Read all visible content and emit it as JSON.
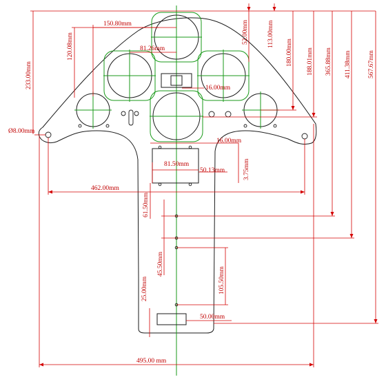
{
  "drawing": {
    "dimensions": {
      "width_overall": "495.00 mm",
      "height_total": "567.67mm",
      "height_411": "411.38mm",
      "height_365": "365.88mm",
      "height_188": "188.01mm",
      "height_180": "180.00mm",
      "height_113": "113.00mm",
      "height_52": "52.00mm",
      "height_233": "233.00mm",
      "dial_spacing_150": "150.80mm",
      "dial_spacing_81": "81.26mm",
      "height_120": "120.08mm",
      "small_16_a": "16.00mm",
      "small_16_b": "16.00mm",
      "hole_dia": "Ø8.00mm",
      "box_width": "81.50mm",
      "box_offset": "50.13mm",
      "box_small": "3.75mm",
      "hole_span": "462.00mm",
      "stem_61": "61.50mm",
      "stem_45": "45.50mm",
      "stem_105": "105.50mm",
      "stem_25": "25.00mm",
      "stem_50": "50.00mm"
    },
    "colors": {
      "outline": "#1a1a1a",
      "dimension": "#d40000",
      "centerline": "#1a9a1a"
    }
  }
}
